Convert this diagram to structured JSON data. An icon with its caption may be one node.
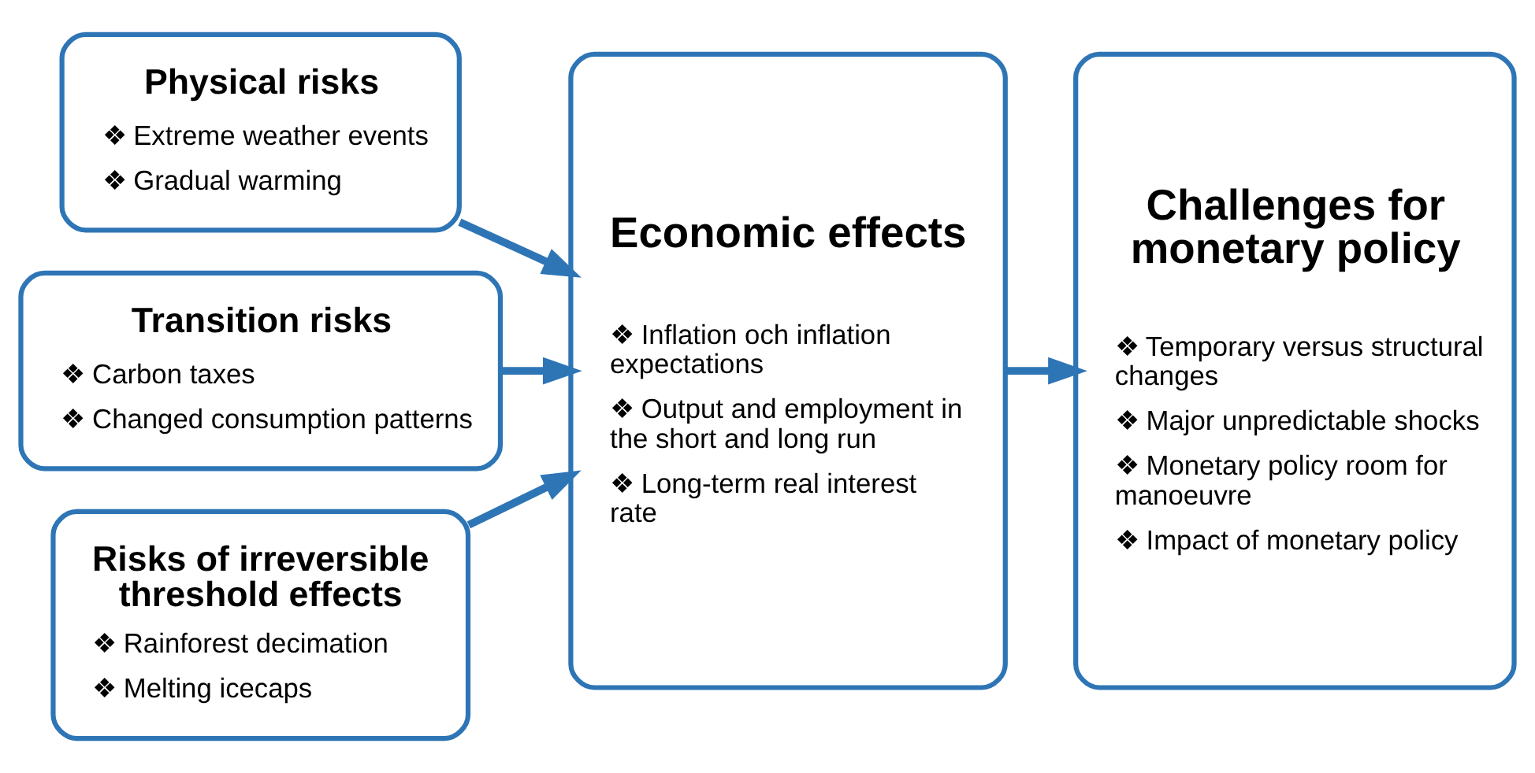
{
  "diagram": {
    "nodes": [
      {
        "text": [
          "Physical risks",
          "❖ Extreme weather events",
          "❖ Gradual warming"
        ]
      },
      {
        "text": [
          "Transition risks",
          "❖ Carbon taxes",
          "❖ Changed consumption patterns"
        ]
      },
      {
        "text": [
          "Risks of irreversible threshold effects",
          "❖ Rainforest decimation",
          "❖ Melting icecaps"
        ]
      },
      {
        "text": [
          "Economic effects",
          "❖ Inflation och inflation expectations",
          "❖ Output and employment in the short and long run",
          "❖ Long-term real interest rate"
        ]
      },
      {
        "text": [
          "Challenges for monetary policy",
          "❖ Temporary versus structural changes",
          "❖ Major unpredictable shocks",
          "❖ Monetary policy room for manoeuvre",
          "❖ Impact of monetary policy"
        ]
      }
    ],
    "edges": [
      {
        "from": 0,
        "to": 3,
        "arrow": "to"
      },
      {
        "from": 1,
        "to": 3,
        "arrow": "to"
      },
      {
        "from": 2,
        "to": 3,
        "arrow": "to"
      },
      {
        "from": 3,
        "to": 4,
        "arrow": "to"
      }
    ]
  }
}
